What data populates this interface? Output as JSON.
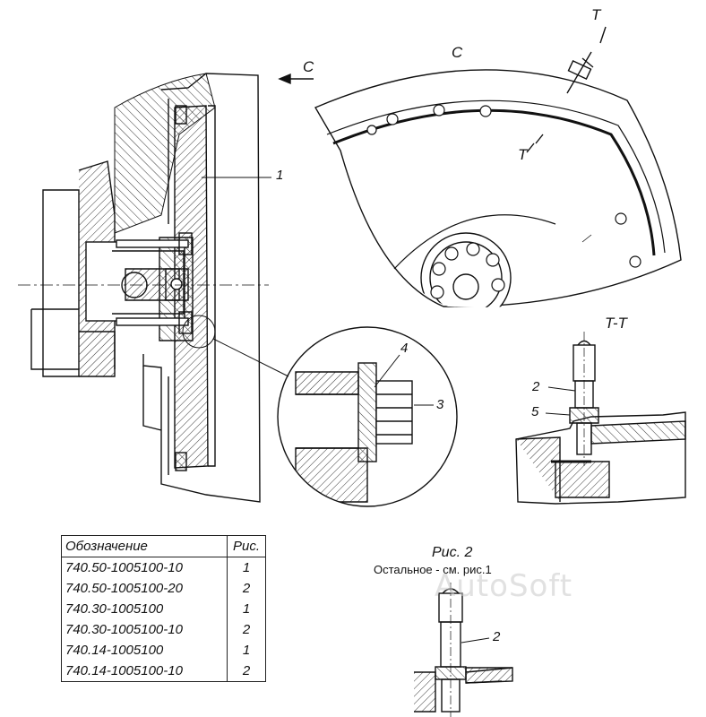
{
  "labels": {
    "view_c_arrow": "C",
    "view_c_title": "C",
    "section_top": "T",
    "section_mid": "T",
    "section_title": "T-T",
    "callout_1": "1",
    "callout_2": "2",
    "callout_3": "3",
    "callout_4": "4",
    "callout_5": "5",
    "callout_2_fig2": "2"
  },
  "table": {
    "headers": [
      "Обозначение",
      "Рис."
    ],
    "rows": [
      [
        "740.50-1005100-10",
        "1"
      ],
      [
        "740.50-1005100-20",
        "2"
      ],
      [
        "740.30-1005100",
        "1"
      ],
      [
        "740.30-1005100-10",
        "2"
      ],
      [
        "740.14-1005100",
        "1"
      ],
      [
        "740.14-1005100-10",
        "2"
      ]
    ]
  },
  "figure2": {
    "caption": "Рис. 2",
    "note": "Остальное - см. рис.1"
  },
  "watermark": "AutoSoft",
  "colors": {
    "line": "#111111",
    "hatch": "#333333",
    "paper": "#ffffff",
    "watermark": "#c8c8c8"
  }
}
